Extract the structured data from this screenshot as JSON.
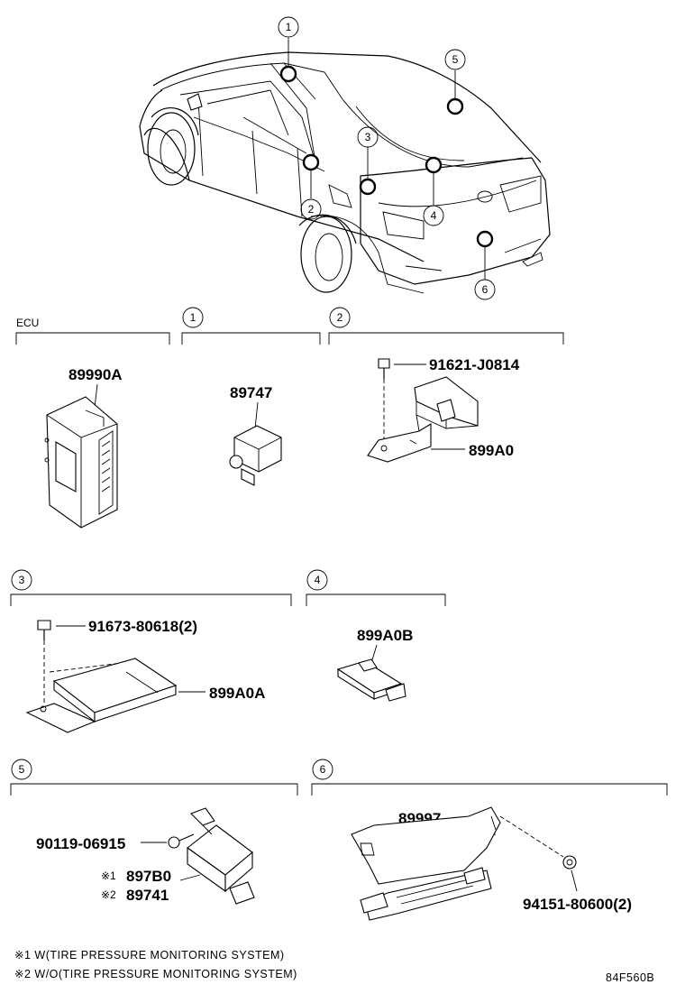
{
  "callouts": [
    "1",
    "2",
    "3",
    "4",
    "5",
    "6"
  ],
  "sections": {
    "ecu": {
      "title": "ECU",
      "parts": [
        "89990A"
      ]
    },
    "s1": {
      "label": "1",
      "parts": [
        "89747"
      ]
    },
    "s2": {
      "label": "2",
      "parts": [
        "91621-J0814",
        "899A0"
      ]
    },
    "s3": {
      "label": "3",
      "parts": [
        "91673-80618(2)",
        "899A0A"
      ]
    },
    "s4": {
      "label": "4",
      "parts": [
        "899A0B"
      ]
    },
    "s5": {
      "label": "5",
      "parts": [
        "90119-06915",
        "897B0",
        "89741"
      ],
      "marks": [
        "※1",
        "※2"
      ]
    },
    "s6": {
      "label": "6",
      "parts": [
        "89997",
        "94151-80600(2)"
      ]
    }
  },
  "notes": [
    "※1 W(TIRE PRESSURE MONITORING SYSTEM)",
    "※2 W/O(TIRE PRESSURE MONITORING SYSTEM)"
  ],
  "figure_id": "84F560B"
}
